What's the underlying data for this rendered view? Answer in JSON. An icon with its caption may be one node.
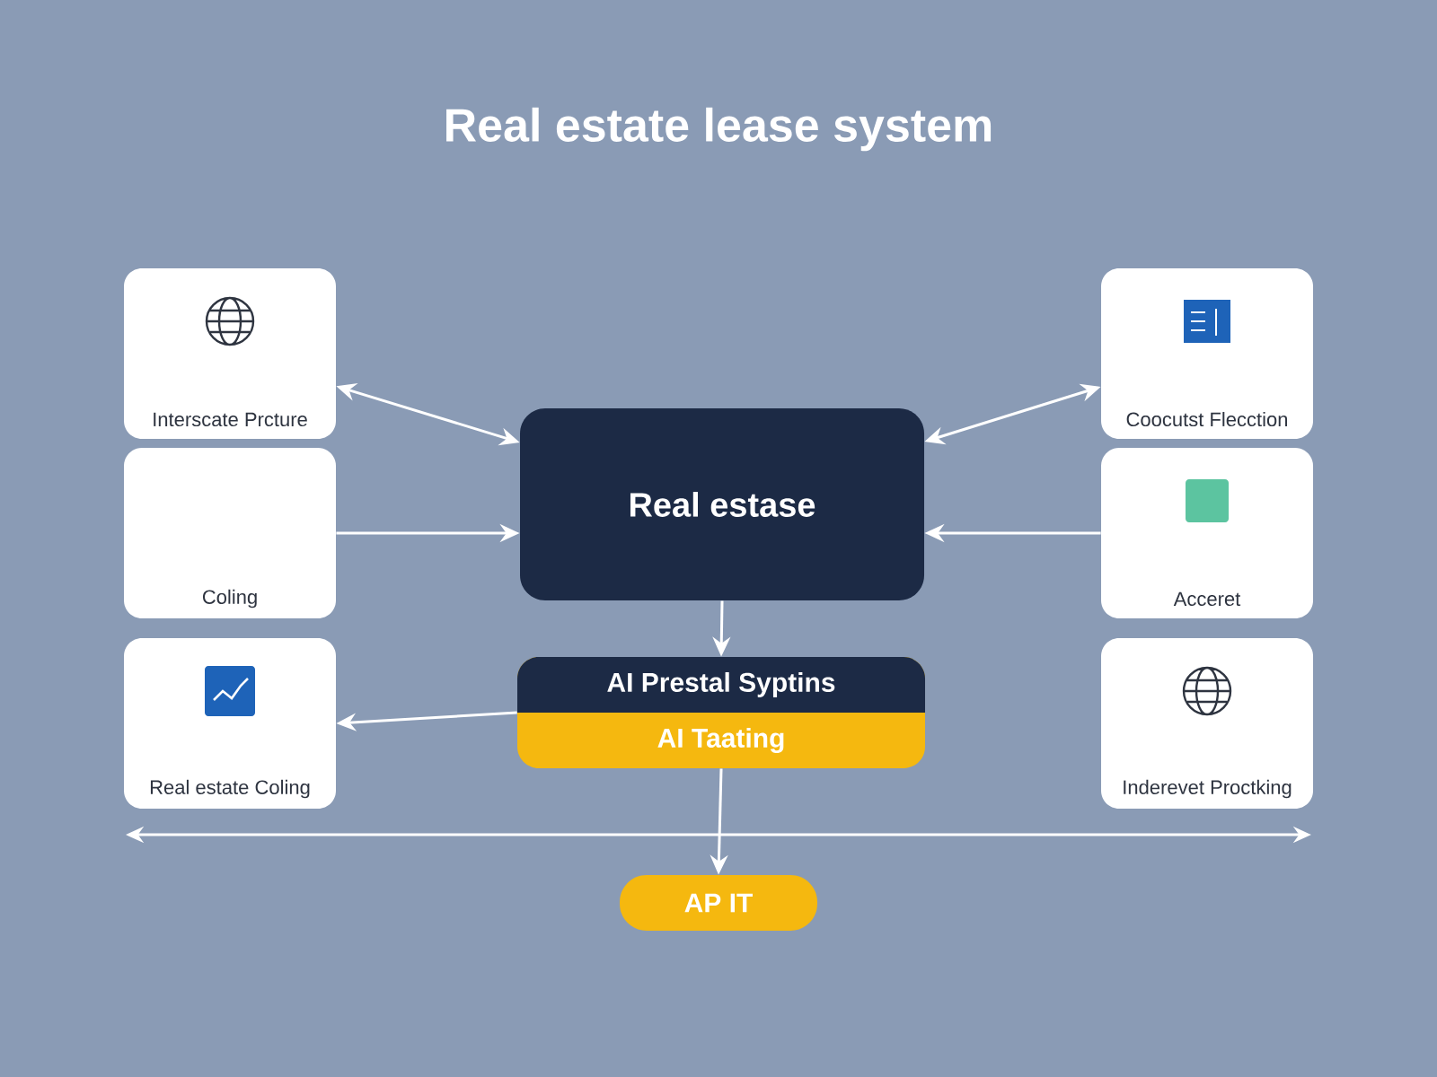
{
  "diagram": {
    "title": "Real estate lease system",
    "nodes": [
      {
        "text": [
          "Interscate Prcture"
        ]
      },
      {
        "text": [
          "Coocutst Flecction"
        ]
      },
      {
        "text": [
          "Coling"
        ]
      },
      {
        "text": [
          "Real estase"
        ]
      },
      {
        "text": [
          "Acceret"
        ]
      },
      {
        "text": [
          "AI Prestal Syptins",
          "AI Taating"
        ]
      },
      {
        "text": [
          "Real estate Coling"
        ]
      },
      {
        "text": [
          "Inderevet Proctking"
        ]
      },
      {
        "text": [
          "AP IT"
        ]
      }
    ],
    "edges": [
      {
        "from": 0,
        "to": 3,
        "arrow": "both"
      },
      {
        "from": 1,
        "to": 3,
        "arrow": "both"
      },
      {
        "from": 2,
        "to": 3,
        "arrow": "to"
      },
      {
        "from": 4,
        "to": 3,
        "arrow": "to"
      },
      {
        "from": 3,
        "to": 5,
        "arrow": "to"
      },
      {
        "from": 5,
        "to": 6,
        "arrow": "to"
      },
      {
        "from": 5,
        "to": 8,
        "arrow": "to"
      }
    ]
  }
}
